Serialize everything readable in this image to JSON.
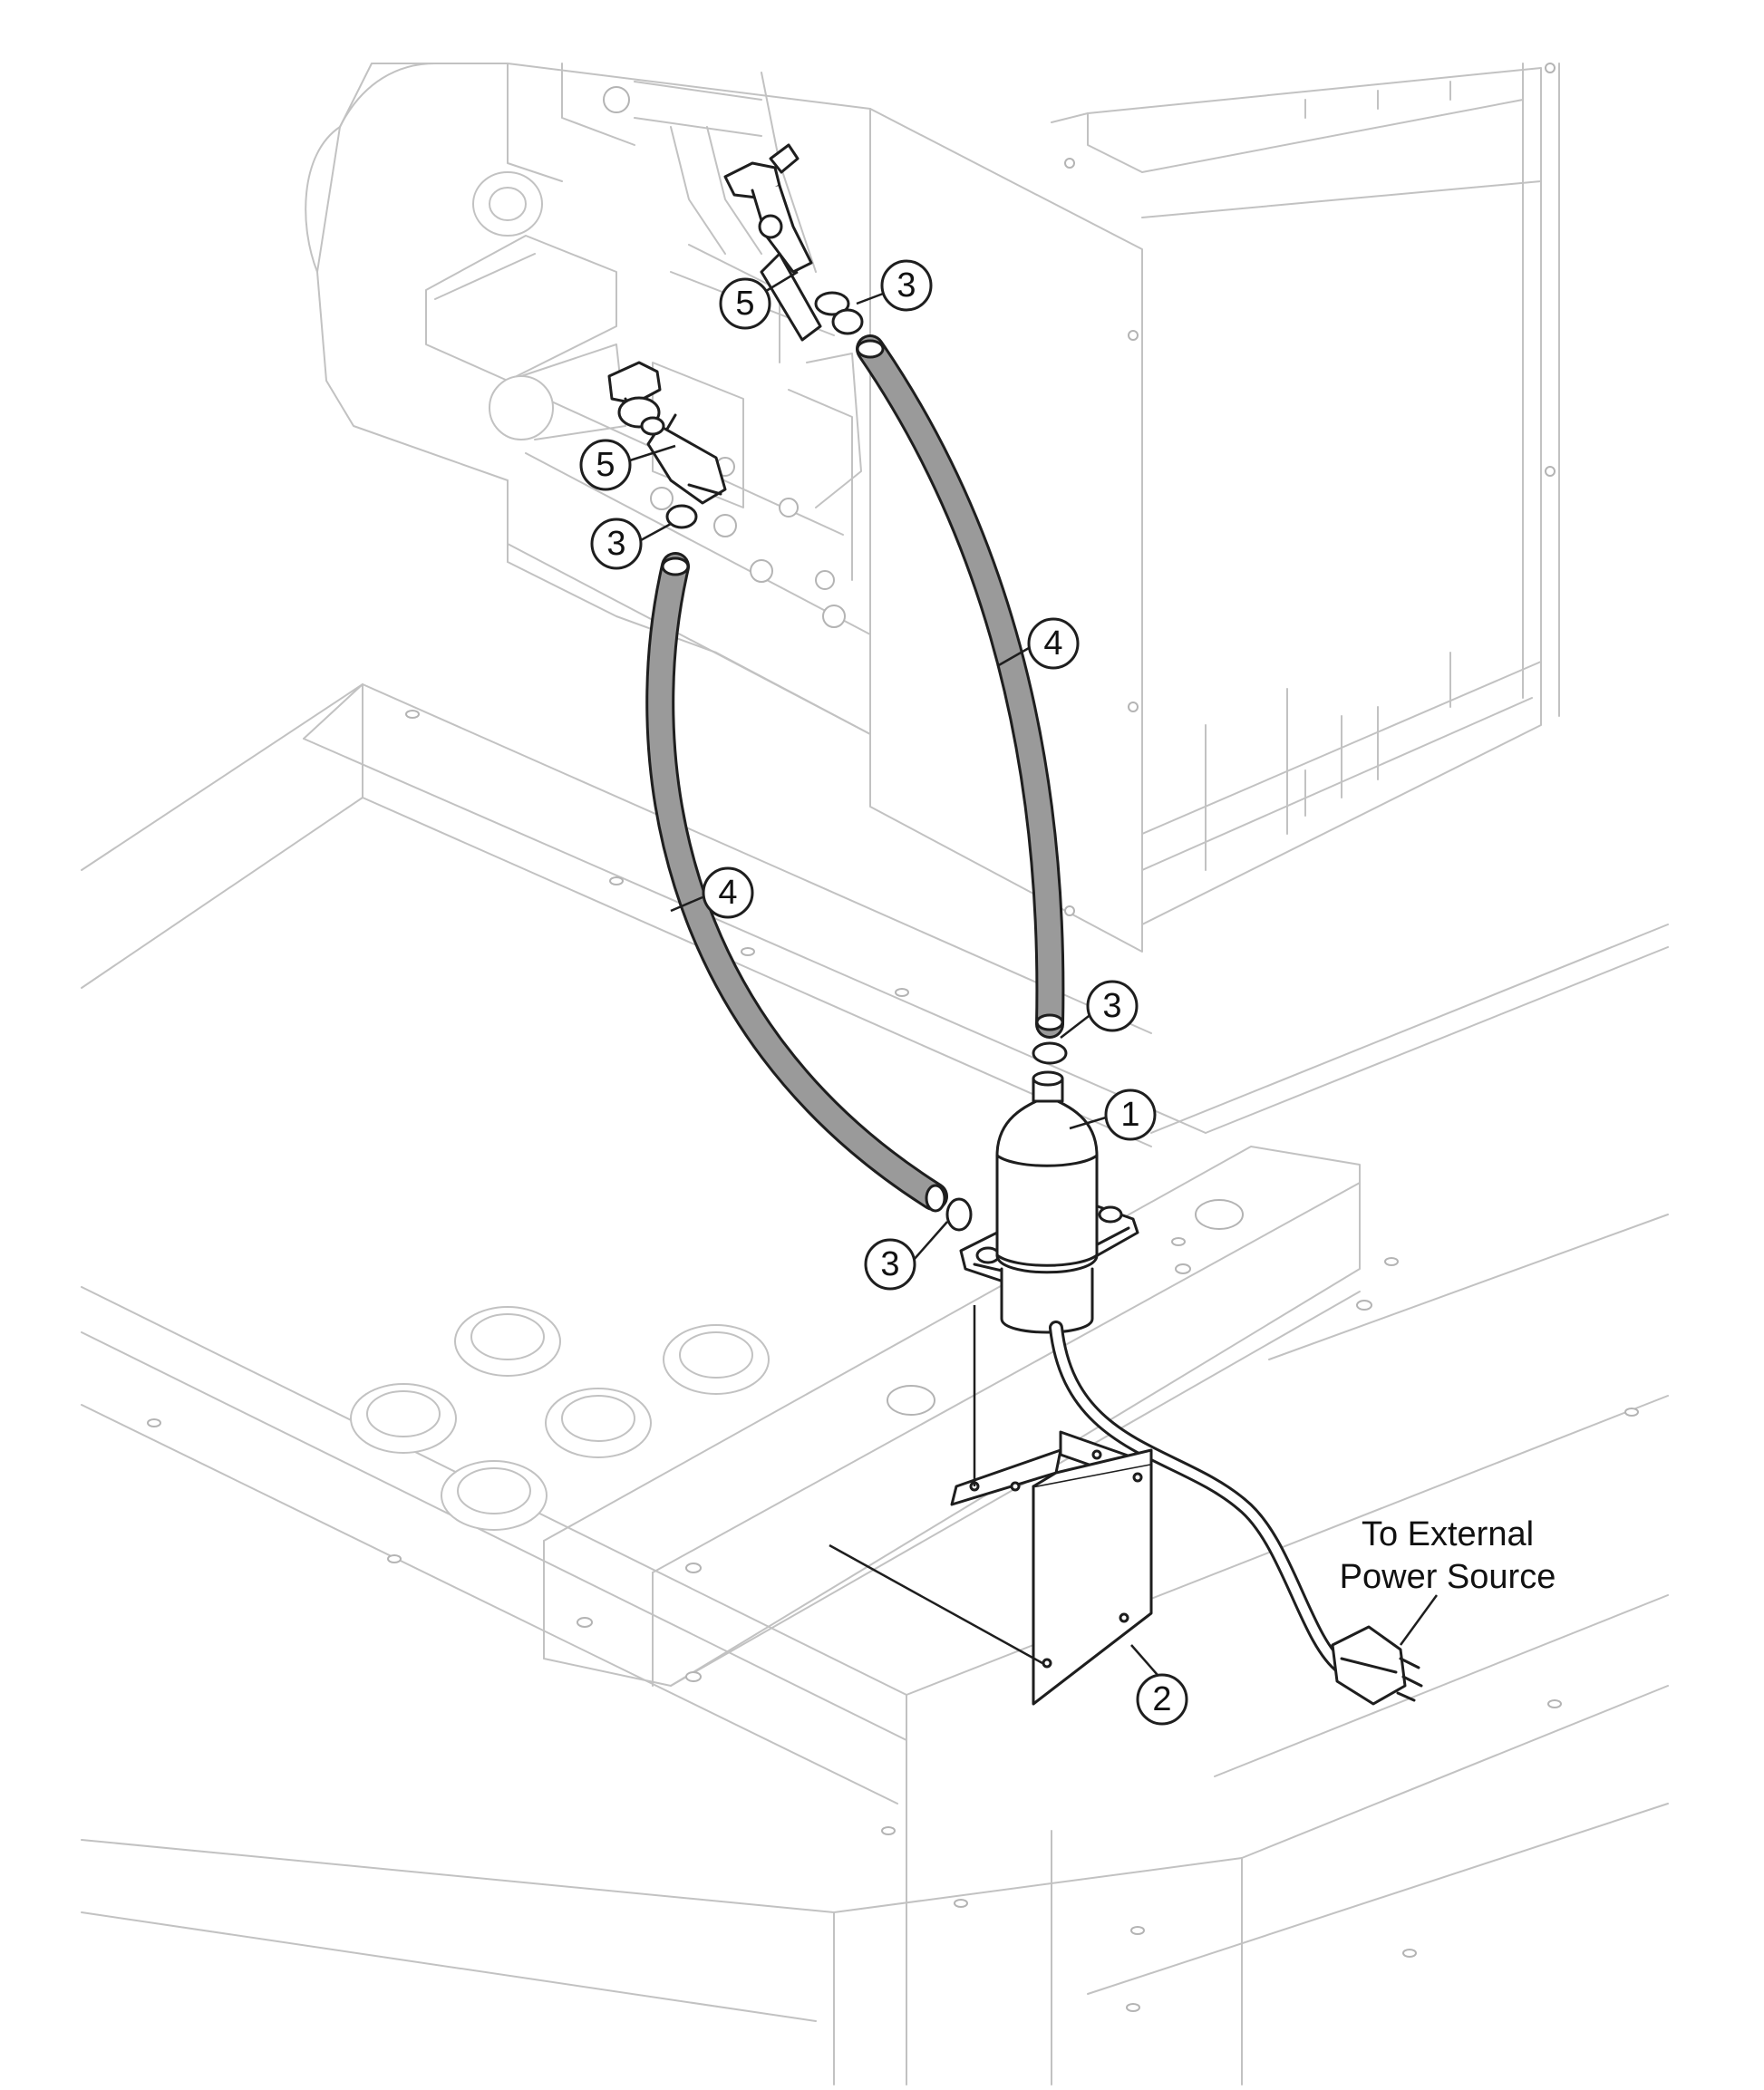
{
  "callouts": {
    "c1": "1",
    "c2": "2",
    "c3a": "3",
    "c3b": "3",
    "c3c": "3",
    "c3d": "3",
    "c4a": "4",
    "c4b": "4",
    "c5a": "5",
    "c5b": "5"
  },
  "power_label": {
    "line1": "To External",
    "line2": "Power Source"
  },
  "colors": {
    "background": "#ffffff",
    "context_lines": "#c2c2c2",
    "part_lines": "#1e1e1e",
    "hose_fill": "#9a9a9a"
  }
}
